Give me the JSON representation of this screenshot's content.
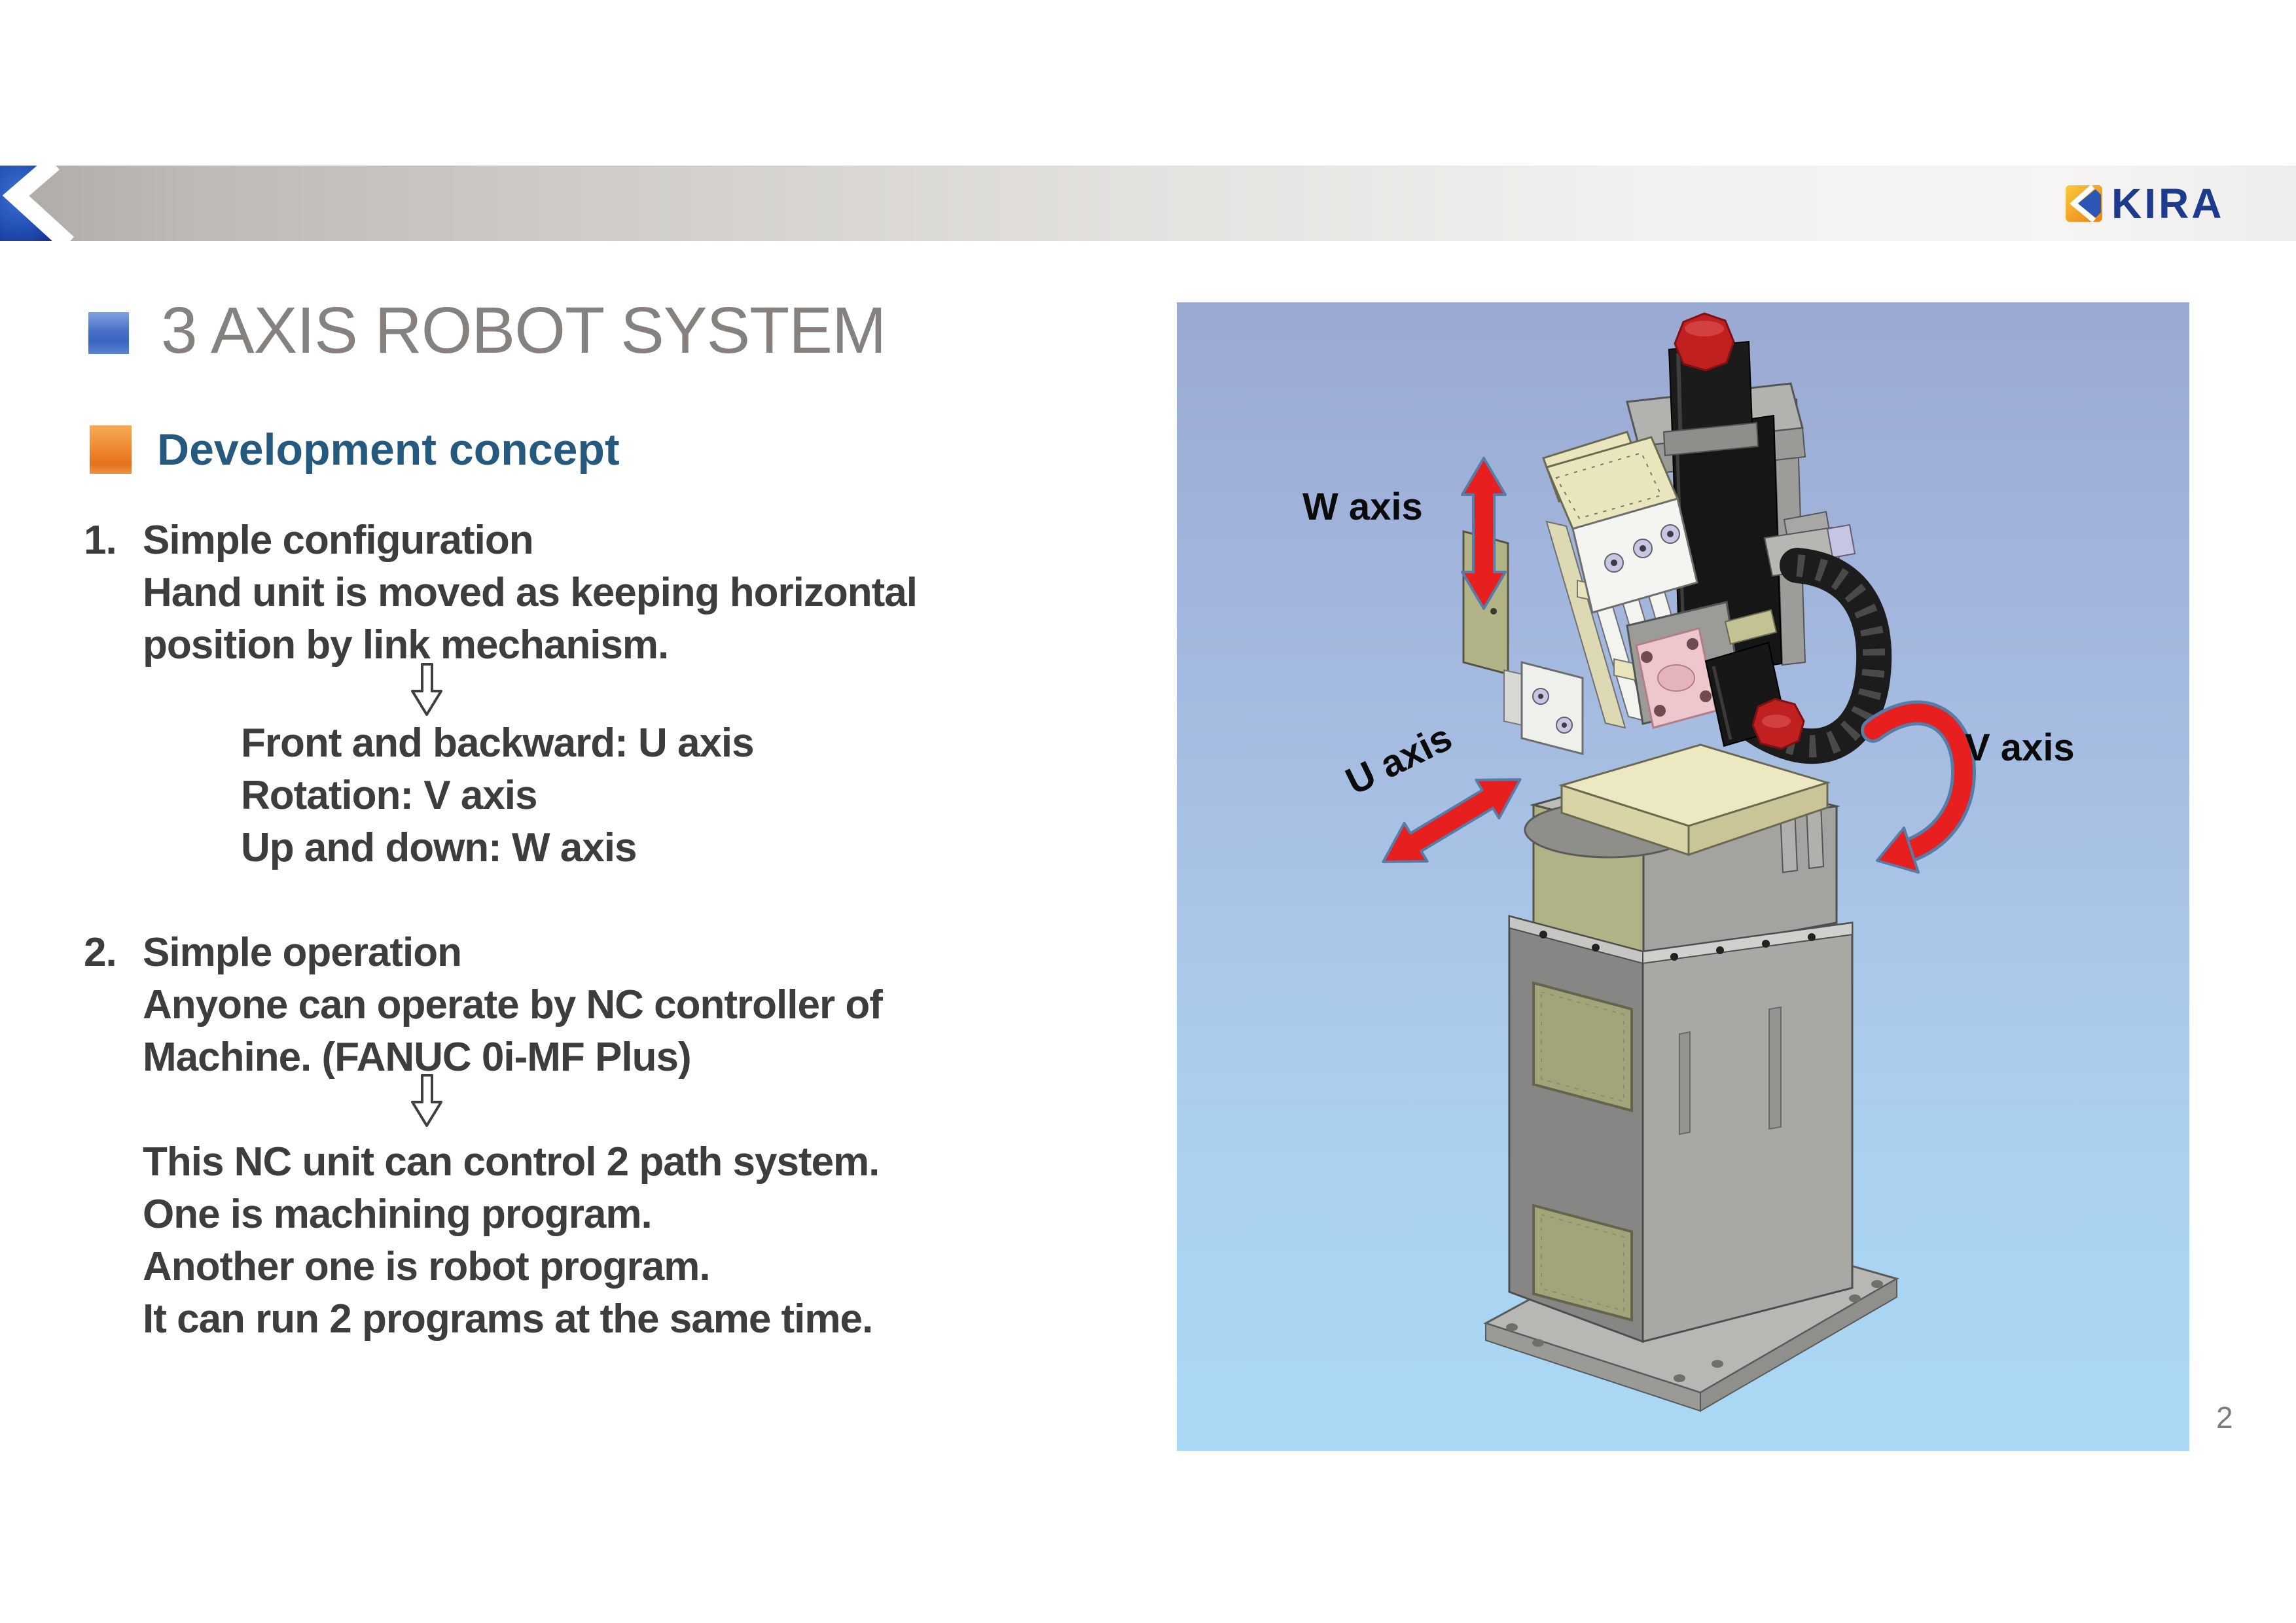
{
  "header": {
    "brand": "KIRA"
  },
  "title": {
    "text": "3 AXIS ROBOT SYSTEM"
  },
  "subtitle": {
    "text": "Development concept"
  },
  "sections": [
    {
      "number": "1.",
      "heading": "Simple configuration",
      "lines": [
        "Hand unit is moved as keeping horizontal",
        "position by link mechanism."
      ],
      "sub_lines": [
        "Front and backward: U axis",
        "Rotation: V axis",
        "Up and down: W axis"
      ]
    },
    {
      "number": "2.",
      "heading": "Simple operation",
      "lines": [
        "Anyone can operate by NC controller of",
        "Machine. (FANUC 0i-MF Plus)"
      ],
      "sub_lines": [
        "This NC unit can control 2 path system.",
        "One is machining program.",
        "Another one is robot program.",
        "It can run 2 programs at the same time."
      ]
    }
  ],
  "figure": {
    "labels": {
      "w_axis": "W axis",
      "u_axis": "U axis",
      "v_axis": "V axis"
    }
  },
  "slide": {
    "page_number": "2"
  },
  "colors": {
    "body_text": "#3d3d3d",
    "title_gray": "#85817f",
    "subtitle_blue": "#26597e",
    "kira_navy": "#1d3b8d",
    "logo_orange": "#ee8b1e",
    "emblem_blue": "#1d3f9e",
    "arrow_red": "#e71f1f",
    "arrow_outline": "#567ca8",
    "panel_top": "#9aa9d2",
    "panel_bottom": "#a9d9f5",
    "header_gray": "#bdbab5"
  }
}
